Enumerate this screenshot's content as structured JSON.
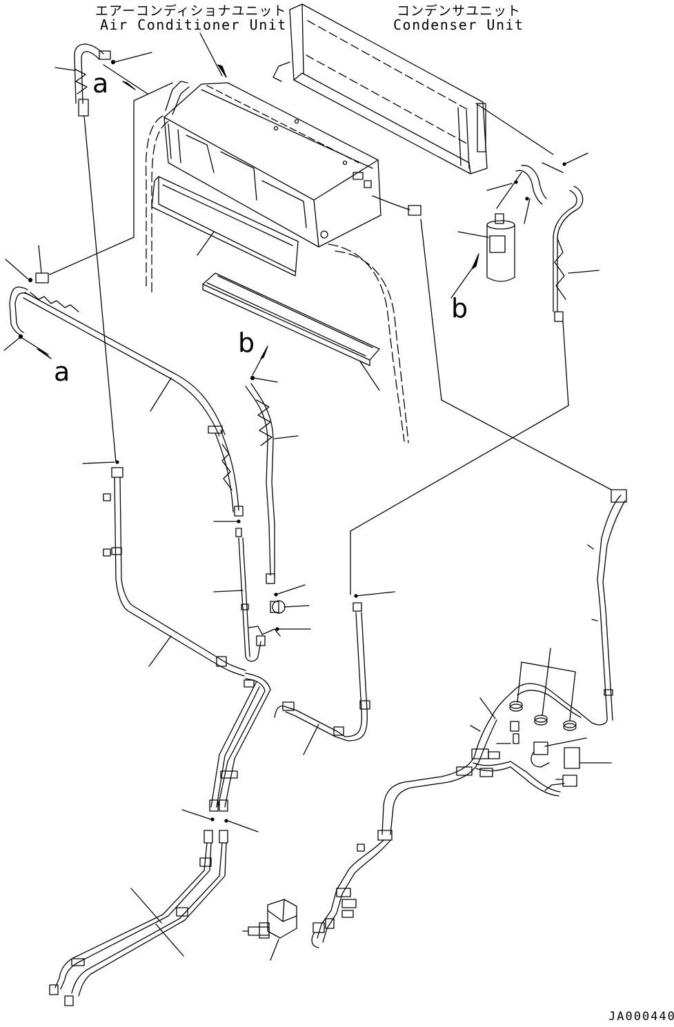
{
  "labels": {
    "ac_unit_jp": "エアーコンディショナユニット",
    "ac_unit_en": "Air Conditioner Unit",
    "condenser_jp": "コンデンサユニット",
    "condenser_en": "Condenser Unit",
    "ref_a": "a",
    "ref_b": "b",
    "drawing_code": "JA000440"
  }
}
